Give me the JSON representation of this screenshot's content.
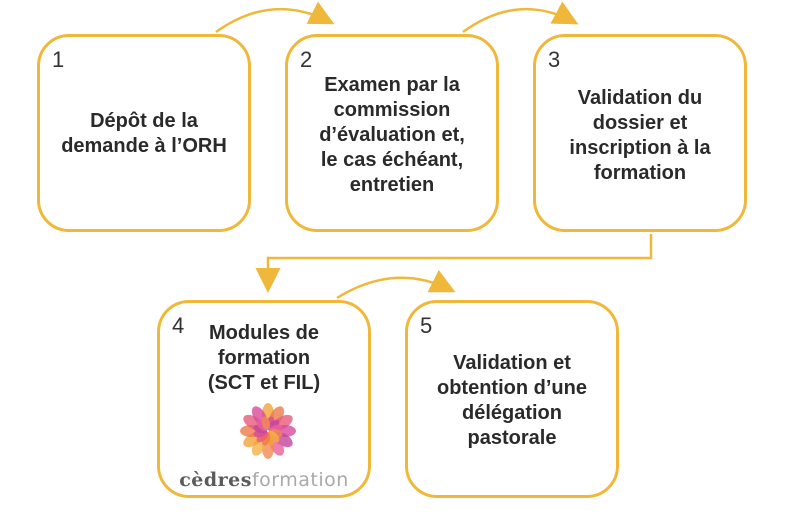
{
  "steps": [
    {
      "num": "1",
      "label": "Dépôt de la\ndemande à l’ORH"
    },
    {
      "num": "2",
      "label": "Examen par la\ncommission\nd’évaluation et,\nle cas échéant,\nentretien"
    },
    {
      "num": "3",
      "label": "Validation du\ndossier et\ninscription à la\nformation"
    },
    {
      "num": "4",
      "label": "Modules de\nformation\n(SCT et FIL)"
    },
    {
      "num": "5",
      "label": "Validation et\nobtention d’une\ndélégation\npastorale"
    }
  ],
  "logo": {
    "text_part1": "cèdres",
    "text_part2": "formation"
  },
  "colors": {
    "border": "#f0b83a",
    "arrow": "#f0b83a",
    "text": "#2a2a2a"
  }
}
